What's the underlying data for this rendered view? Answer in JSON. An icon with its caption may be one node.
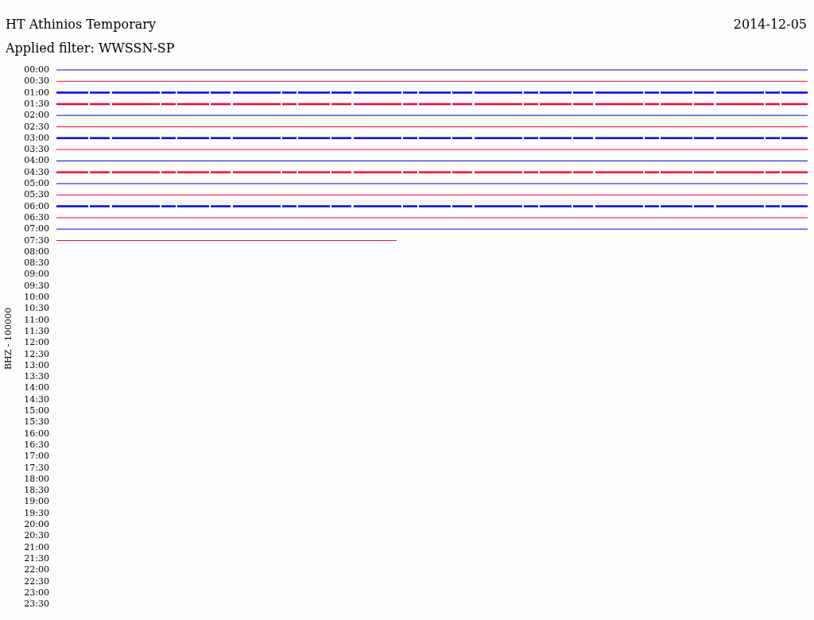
{
  "diagram": {
    "title": "HT Athinios Temporary",
    "labels": [
      "2014-12-05",
      "Applied filter: WWSSN-SP",
      "BHZ - 100000",
      "00:00",
      "00:30",
      "01:00",
      "01:30",
      "02:00",
      "02:30",
      "03:00",
      "03:30",
      "04:00",
      "04:30",
      "05:00",
      "05:30",
      "06:00",
      "06:30",
      "07:00",
      "07:30",
      "08:00",
      "08:30",
      "09:00",
      "09:30",
      "10:00",
      "10:30",
      "11:00",
      "11:30",
      "12:00",
      "12:30",
      "13:00",
      "13:30",
      "14:00",
      "14:30",
      "15:00",
      "15:30",
      "16:00",
      "16:30",
      "17:00",
      "17:30",
      "18:00",
      "18:30",
      "19:00",
      "19:30",
      "20:00",
      "20:30",
      "21:00",
      "21:30",
      "22:00",
      "22:30",
      "23:00",
      "23:30"
    ]
  }
}
